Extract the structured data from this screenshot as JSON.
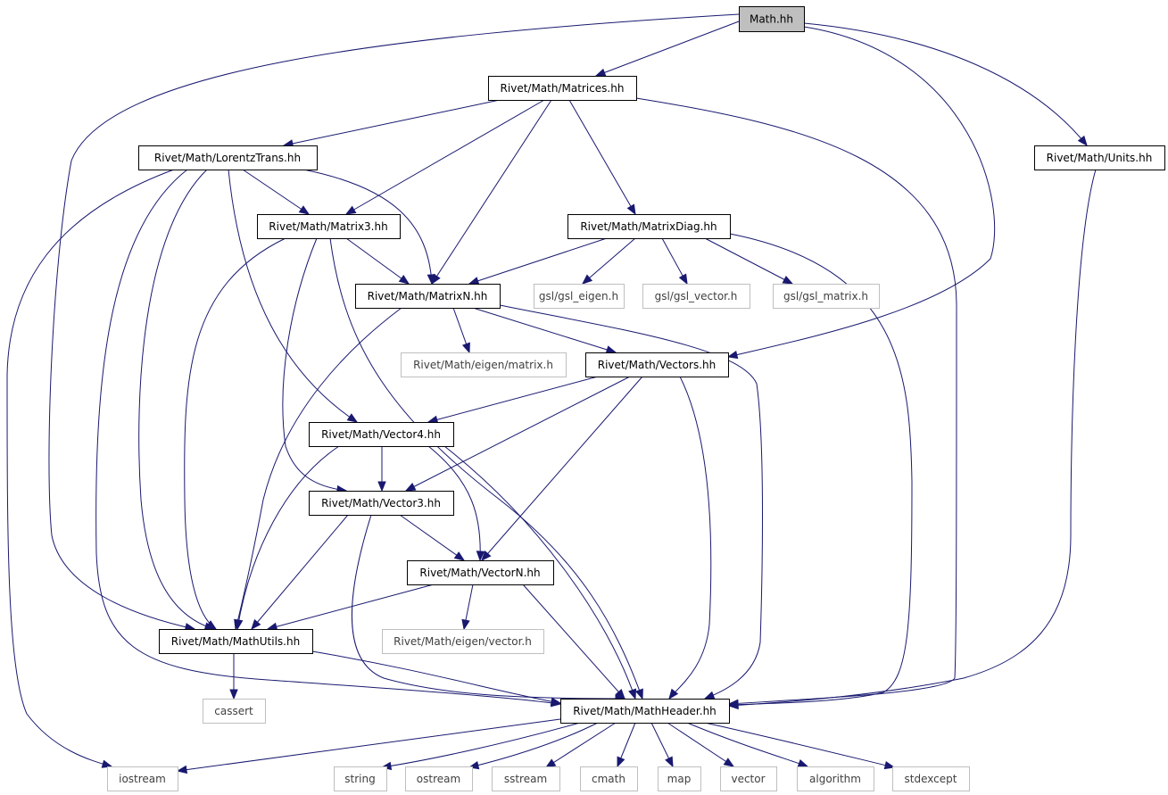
{
  "colors": {
    "edge": "#191970",
    "root_fill": "#bfbfbf",
    "root_border": "#000000",
    "node_border": "#000000",
    "external_border": "#bfbfbf",
    "node_text": "#000000",
    "external_text": "#404040"
  },
  "nodes": [
    {
      "id": "math",
      "label": "Math.hh",
      "kind": "root"
    },
    {
      "id": "matrices",
      "label": "Rivet/Math/Matrices.hh",
      "kind": "internal"
    },
    {
      "id": "lorentz",
      "label": "Rivet/Math/LorentzTrans.hh",
      "kind": "internal"
    },
    {
      "id": "units",
      "label": "Rivet/Math/Units.hh",
      "kind": "internal"
    },
    {
      "id": "matrix3",
      "label": "Rivet/Math/Matrix3.hh",
      "kind": "internal"
    },
    {
      "id": "matrixdiag",
      "label": "Rivet/Math/MatrixDiag.hh",
      "kind": "internal"
    },
    {
      "id": "matrixn",
      "label": "Rivet/Math/MatrixN.hh",
      "kind": "internal"
    },
    {
      "id": "gsleigen",
      "label": "gsl/gsl_eigen.h",
      "kind": "external"
    },
    {
      "id": "gslvector",
      "label": "gsl/gsl_vector.h",
      "kind": "external"
    },
    {
      "id": "gslmatrix",
      "label": "gsl/gsl_matrix.h",
      "kind": "external"
    },
    {
      "id": "eigenmatrix",
      "label": "Rivet/Math/eigen/matrix.h",
      "kind": "external"
    },
    {
      "id": "vectors",
      "label": "Rivet/Math/Vectors.hh",
      "kind": "internal"
    },
    {
      "id": "vector4",
      "label": "Rivet/Math/Vector4.hh",
      "kind": "internal"
    },
    {
      "id": "vector3",
      "label": "Rivet/Math/Vector3.hh",
      "kind": "internal"
    },
    {
      "id": "vectorn",
      "label": "Rivet/Math/VectorN.hh",
      "kind": "internal"
    },
    {
      "id": "eigenvector",
      "label": "Rivet/Math/eigen/vector.h",
      "kind": "external"
    },
    {
      "id": "mathutils",
      "label": "Rivet/Math/MathUtils.hh",
      "kind": "internal"
    },
    {
      "id": "cassert",
      "label": "cassert",
      "kind": "external"
    },
    {
      "id": "mathheader",
      "label": "Rivet/Math/MathHeader.hh",
      "kind": "internal"
    },
    {
      "id": "iostream",
      "label": "iostream",
      "kind": "external"
    },
    {
      "id": "string",
      "label": "string",
      "kind": "external"
    },
    {
      "id": "ostream",
      "label": "ostream",
      "kind": "external"
    },
    {
      "id": "sstream",
      "label": "sstream",
      "kind": "external"
    },
    {
      "id": "cmath",
      "label": "cmath",
      "kind": "external"
    },
    {
      "id": "map",
      "label": "map",
      "kind": "external"
    },
    {
      "id": "vector",
      "label": "vector",
      "kind": "external"
    },
    {
      "id": "algorithm",
      "label": "algorithm",
      "kind": "external"
    },
    {
      "id": "stdexcept",
      "label": "stdexcept",
      "kind": "external"
    }
  ],
  "edges": [
    {
      "from": "math",
      "to": "matrices"
    },
    {
      "from": "math",
      "to": "units"
    },
    {
      "from": "math",
      "to": "vectors"
    },
    {
      "from": "math",
      "to": "mathutils"
    },
    {
      "from": "matrices",
      "to": "lorentz"
    },
    {
      "from": "matrices",
      "to": "matrix3"
    },
    {
      "from": "matrices",
      "to": "matrixn"
    },
    {
      "from": "matrices",
      "to": "matrixdiag"
    },
    {
      "from": "matrices",
      "to": "mathheader"
    },
    {
      "from": "lorentz",
      "to": "matrix3"
    },
    {
      "from": "lorentz",
      "to": "matrixn"
    },
    {
      "from": "lorentz",
      "to": "vector4"
    },
    {
      "from": "lorentz",
      "to": "mathutils"
    },
    {
      "from": "lorentz",
      "to": "mathheader"
    },
    {
      "from": "lorentz",
      "to": "iostream"
    },
    {
      "from": "units",
      "to": "mathheader"
    },
    {
      "from": "matrix3",
      "to": "matrixn"
    },
    {
      "from": "matrix3",
      "to": "vector3"
    },
    {
      "from": "matrix3",
      "to": "mathutils"
    },
    {
      "from": "matrix3",
      "to": "mathheader"
    },
    {
      "from": "matrixdiag",
      "to": "matrixn"
    },
    {
      "from": "matrixdiag",
      "to": "gsleigen"
    },
    {
      "from": "matrixdiag",
      "to": "gslvector"
    },
    {
      "from": "matrixdiag",
      "to": "gslmatrix"
    },
    {
      "from": "matrixdiag",
      "to": "mathheader"
    },
    {
      "from": "matrixn",
      "to": "eigenmatrix"
    },
    {
      "from": "matrixn",
      "to": "vectors"
    },
    {
      "from": "matrixn",
      "to": "mathutils"
    },
    {
      "from": "matrixn",
      "to": "mathheader"
    },
    {
      "from": "vectors",
      "to": "vector4"
    },
    {
      "from": "vectors",
      "to": "vector3"
    },
    {
      "from": "vectors",
      "to": "vectorn"
    },
    {
      "from": "vectors",
      "to": "mathheader"
    },
    {
      "from": "vector4",
      "to": "vector3"
    },
    {
      "from": "vector4",
      "to": "vectorn"
    },
    {
      "from": "vector4",
      "to": "mathutils"
    },
    {
      "from": "vector4",
      "to": "mathheader"
    },
    {
      "from": "vector3",
      "to": "vectorn"
    },
    {
      "from": "vector3",
      "to": "mathutils"
    },
    {
      "from": "vector3",
      "to": "mathheader"
    },
    {
      "from": "vectorn",
      "to": "eigenvector"
    },
    {
      "from": "vectorn",
      "to": "mathutils"
    },
    {
      "from": "vectorn",
      "to": "mathheader"
    },
    {
      "from": "mathutils",
      "to": "cassert"
    },
    {
      "from": "mathutils",
      "to": "mathheader"
    },
    {
      "from": "mathheader",
      "to": "iostream"
    },
    {
      "from": "mathheader",
      "to": "string"
    },
    {
      "from": "mathheader",
      "to": "ostream"
    },
    {
      "from": "mathheader",
      "to": "sstream"
    },
    {
      "from": "mathheader",
      "to": "cmath"
    },
    {
      "from": "mathheader",
      "to": "map"
    },
    {
      "from": "mathheader",
      "to": "vector"
    },
    {
      "from": "mathheader",
      "to": "algorithm"
    },
    {
      "from": "mathheader",
      "to": "stdexcept"
    }
  ]
}
